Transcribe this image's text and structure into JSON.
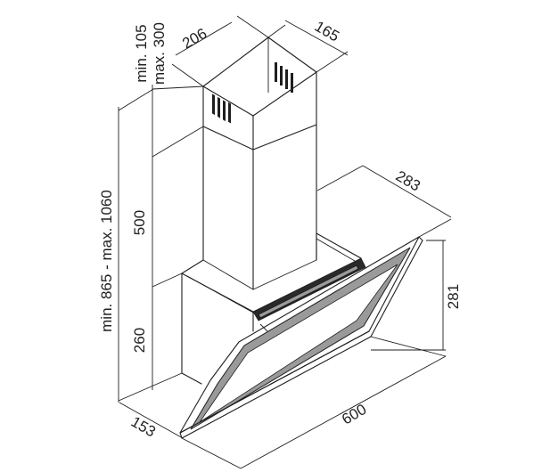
{
  "dimensions": {
    "chimney_depth": "206",
    "chimney_width": "165",
    "chimney_extension": "min. 105 max. 300",
    "chimney_extension_line1": "min. 105",
    "chimney_extension_line2": "max. 300",
    "chimney_height": "500",
    "total_height": "min. 865 - max. 1060",
    "hood_body_height": "260",
    "hood_depth": "153",
    "hood_width": "600",
    "glass_height": "281",
    "glass_depth": "283"
  }
}
